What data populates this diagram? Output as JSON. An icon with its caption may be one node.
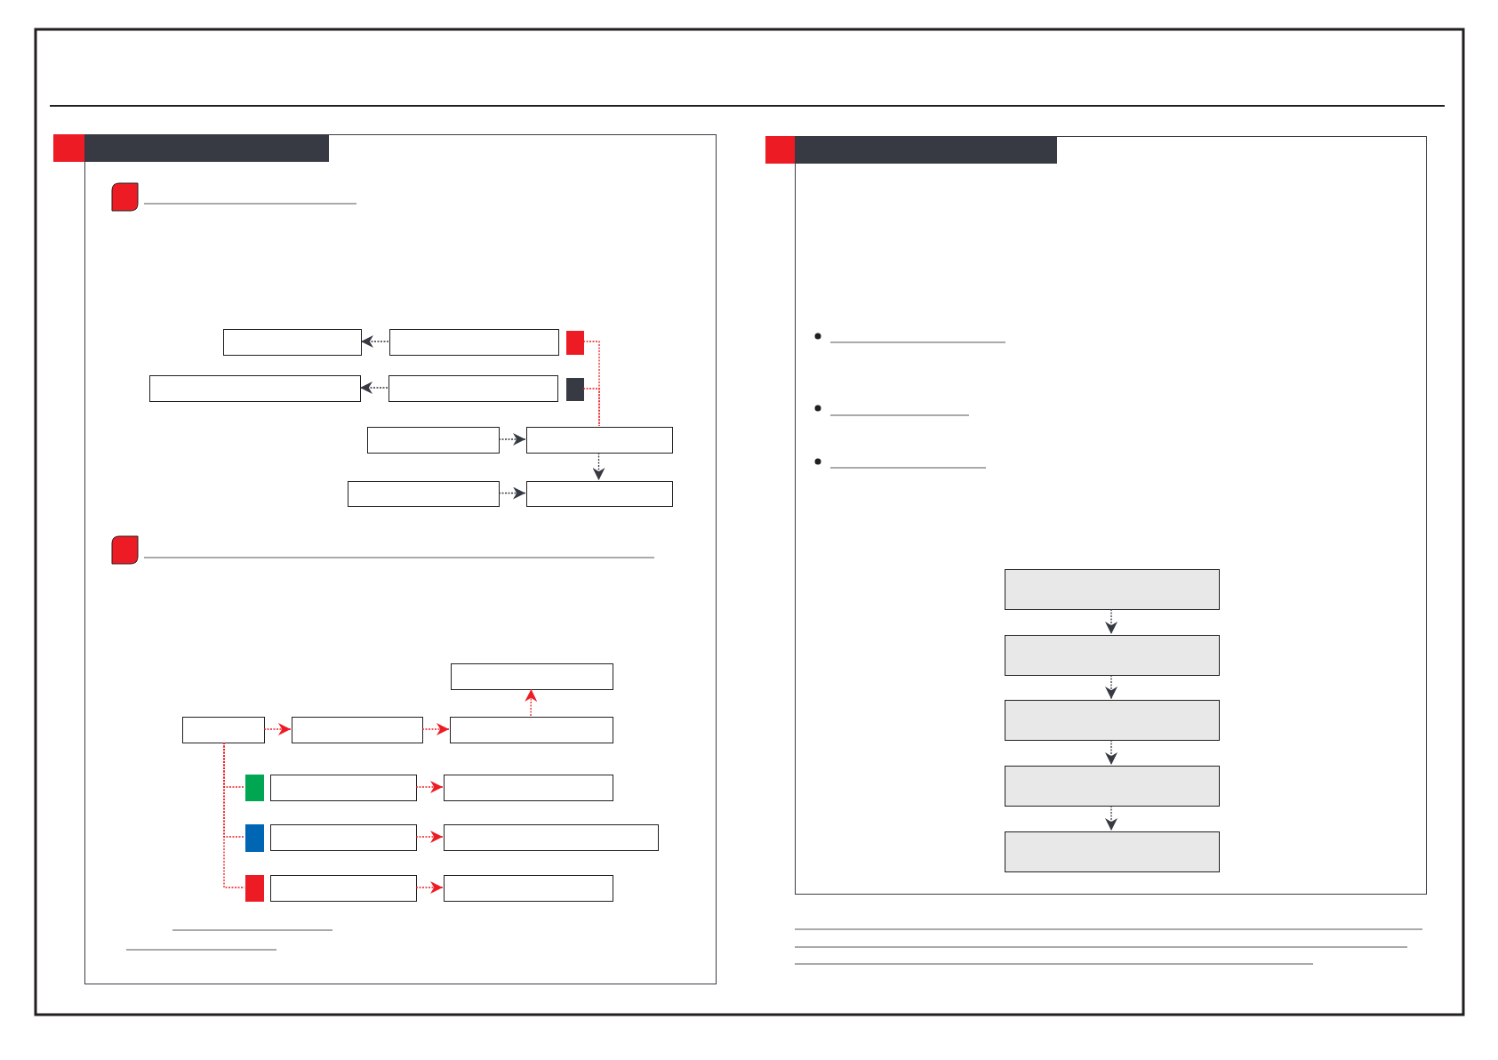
{
  "diagram": {
    "nodes": [
      {
        "text": [],
        "shape": "box"
      },
      {
        "text": [],
        "shape": "box",
        "in": 0
      },
      {
        "text": [],
        "shape": "box",
        "in": 0
      },
      {
        "text": [],
        "shape": "box",
        "in": 0
      },
      {
        "text": [],
        "shape": "box",
        "in": 0
      },
      {
        "text": [],
        "shape": "box",
        "in": 0
      },
      {
        "text": [],
        "shape": "box",
        "in": 0
      },
      {
        "text": [],
        "shape": "box",
        "in": 0
      },
      {
        "text": [],
        "shape": "box",
        "in": 0
      },
      {
        "text": [],
        "shape": "box",
        "in": 0
      },
      {
        "text": [],
        "shape": "box",
        "in": 0
      },
      {
        "text": [],
        "shape": "box",
        "in": 0
      },
      {
        "text": [],
        "shape": "box",
        "in": 0
      },
      {
        "text": [],
        "shape": "box",
        "in": 0
      },
      {
        "text": [],
        "shape": "box",
        "in": 0
      },
      {
        "text": [],
        "shape": "box",
        "in": 0
      },
      {
        "text": [],
        "shape": "box",
        "in": 0
      },
      {
        "text": [],
        "shape": "box",
        "in": 0
      },
      {
        "text": [],
        "shape": "box",
        "in": 0
      },
      {
        "text": [],
        "shape": "box",
        "in": 0
      },
      {
        "text": [],
        "shape": "box",
        "in": 0
      },
      {
        "text": [],
        "shape": "box",
        "in": 0
      },
      {
        "text": [],
        "shape": "box",
        "in": 0
      },
      {
        "text": [],
        "shape": "box",
        "in": 0
      },
      {
        "text": [],
        "shape": "box"
      },
      {
        "text": [],
        "shape": "box",
        "in": 24
      },
      {
        "text": [],
        "shape": "box",
        "in": 24
      },
      {
        "text": [],
        "shape": "box",
        "in": 24
      },
      {
        "text": [],
        "shape": "box",
        "in": 24
      },
      {
        "text": [],
        "shape": "box",
        "in": 24
      }
    ],
    "edges": [
      {
        "from": 2,
        "to": 1,
        "arrow": "to",
        "style": "dashed",
        "color": "#373a42"
      },
      {
        "from": 5,
        "to": 4,
        "arrow": "to",
        "style": "dashed",
        "color": "#373a42"
      },
      {
        "from": 3,
        "to": 8,
        "arrow": "none",
        "style": "dashed"
      },
      {
        "from": 6,
        "to": 8,
        "arrow": "none",
        "style": "dashed"
      },
      {
        "from": 7,
        "to": 8,
        "arrow": "to",
        "style": "dashed",
        "color": "#373a42"
      },
      {
        "from": 8,
        "to": 10,
        "arrow": "to",
        "style": "dashed",
        "color": "#373a42"
      },
      {
        "from": 9,
        "to": 10,
        "arrow": "to",
        "style": "dashed",
        "color": "#373a42"
      },
      {
        "from": 12,
        "to": 13,
        "arrow": "to",
        "style": "dashed"
      },
      {
        "from": 13,
        "to": 14,
        "arrow": "to",
        "style": "dashed"
      },
      {
        "from": 14,
        "to": 11,
        "arrow": "to",
        "style": "dashed"
      },
      {
        "from": 12,
        "to": 15,
        "arrow": "none",
        "style": "dashed"
      },
      {
        "from": 12,
        "to": 18,
        "arrow": "none",
        "style": "dashed"
      },
      {
        "from": 12,
        "to": 21,
        "arrow": "none",
        "style": "dashed"
      },
      {
        "from": 16,
        "to": 17,
        "arrow": "to",
        "style": "dashed"
      },
      {
        "from": 19,
        "to": 20,
        "arrow": "to",
        "style": "dashed"
      },
      {
        "from": 22,
        "to": 23,
        "arrow": "to",
        "style": "dashed"
      },
      {
        "from": 25,
        "to": 26,
        "arrow": "to",
        "style": "dashed",
        "color": "#373a42"
      },
      {
        "from": 26,
        "to": 27,
        "arrow": "to",
        "style": "dashed",
        "color": "#373a42"
      },
      {
        "from": 27,
        "to": 28,
        "arrow": "to",
        "style": "dashed",
        "color": "#373a42"
      },
      {
        "from": 28,
        "to": 29,
        "arrow": "to",
        "style": "dashed",
        "color": "#373a42"
      }
    ]
  }
}
